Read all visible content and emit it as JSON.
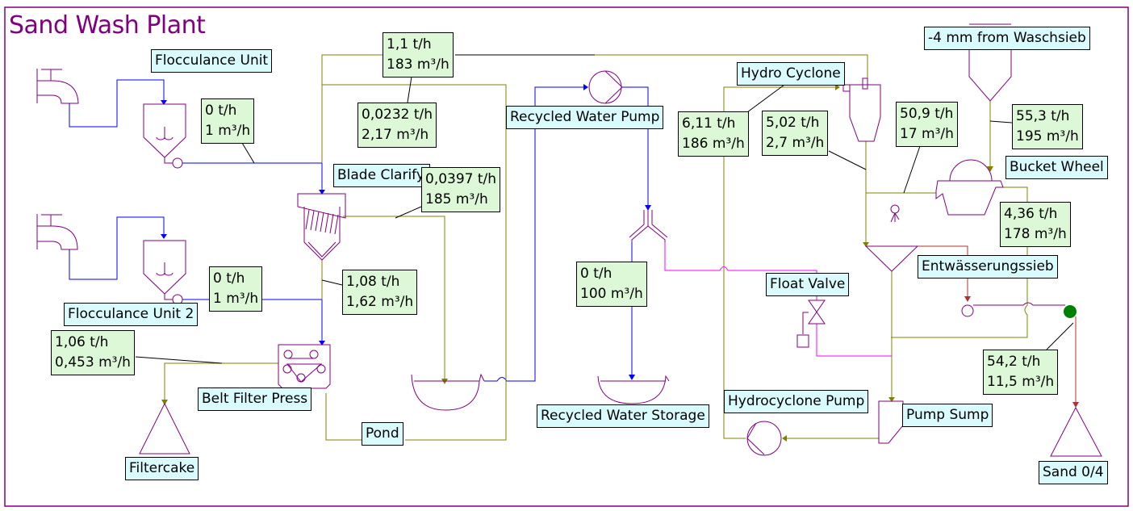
{
  "title": "Sand Wash Plant",
  "colors": {
    "frame": "#800080",
    "water": "#0000ff",
    "slurry": "#808000",
    "equipment": "#800080",
    "float_line": "#ff00ff",
    "sand": "#b03030",
    "label_bg": "#d9fbfd",
    "stream_bg": "#dcf8d6"
  },
  "units": {
    "flocculance_unit": "Flocculance Unit",
    "flocculance_unit_2": "Flocculance Unit 2",
    "blade_clarifier": "Blade Clarify",
    "recycled_water_pump": "Recycled Water Pump",
    "hydro_cyclone": "Hydro Cyclone",
    "waschsieb": "-4 mm from Waschsieb",
    "bucket_wheel": "Bucket Wheel",
    "entwaesserungssieb": "Entwässerungssieb",
    "float_valve": "Float Valve",
    "belt_filter_press": "Belt Filter Press",
    "pond": "Pond",
    "recycled_water_storage": "Recycled Water Storage",
    "hydrocyclone_pump": "Hydrocyclone Pump",
    "pump_sump": "Pump Sump",
    "filtercake": "Filtercake",
    "sand": "Sand 0/4"
  },
  "streams": [
    {
      "mass": "1,1 t/h",
      "vol": "183 m³/h"
    },
    {
      "mass": "0 t/h",
      "vol": "1 m³/h"
    },
    {
      "mass": "0,0232 t/h",
      "vol": "2,17 m³/h"
    },
    {
      "mass": "0,0397 t/h",
      "vol": "185 m³/h"
    },
    {
      "mass": "0 t/h",
      "vol": "1 m³/h"
    },
    {
      "mass": "1,08 t/h",
      "vol": "1,62 m³/h"
    },
    {
      "mass": "1,06 t/h",
      "vol": "0,453 m³/h"
    },
    {
      "mass": "0 t/h",
      "vol": "100 m³/h"
    },
    {
      "mass": "6,11 t/h",
      "vol": "186 m³/h"
    },
    {
      "mass": "5,02 t/h",
      "vol": "2,7 m³/h"
    },
    {
      "mass": "50,9 t/h",
      "vol": "17 m³/h"
    },
    {
      "mass": "55,3 t/h",
      "vol": "195 m³/h"
    },
    {
      "mass": "4,36 t/h",
      "vol": "178 m³/h"
    },
    {
      "mass": "54,2 t/h",
      "vol": "11,5 m³/h"
    }
  ]
}
